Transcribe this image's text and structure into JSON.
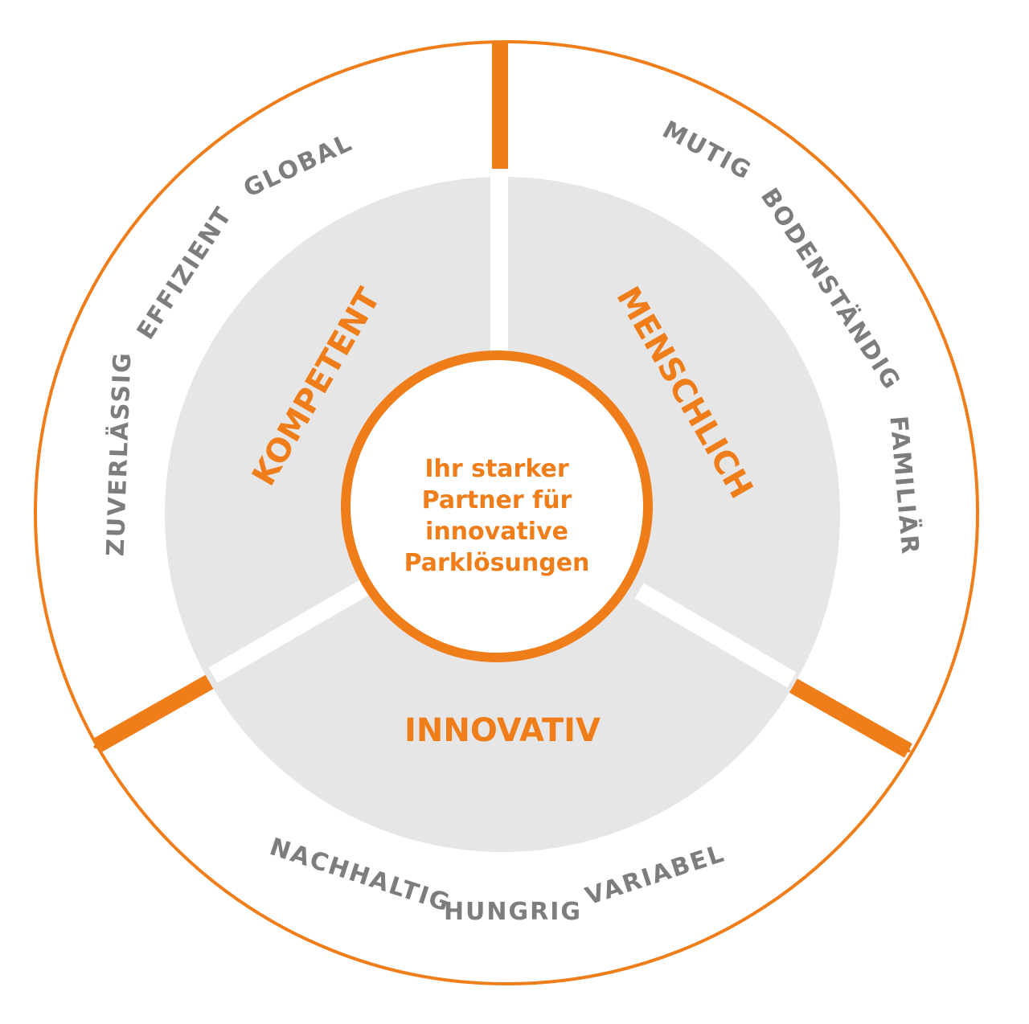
{
  "colors": {
    "accent": "#EF7D1A",
    "segment_fill": "#E6E6E6",
    "word_text": "#7D7D7D",
    "background": "#FFFFFF"
  },
  "center": {
    "lines": [
      "Ihr starker",
      "Partner für",
      "innovative",
      "Parklösungen"
    ]
  },
  "segments": [
    {
      "id": "kompetent",
      "title": "KOMPETENT",
      "words": [
        "ZUVERLÄSSIG",
        "EFFIZIENT",
        "GLOBAL"
      ]
    },
    {
      "id": "menschlich",
      "title": "MENSCHLICH",
      "words": [
        "MUTIG",
        "BODENSTÄNDIG",
        "FAMILIÄR"
      ]
    },
    {
      "id": "innovativ",
      "title": "INNOVATIV",
      "words": [
        "NACHHALTIG",
        "HUNGRIG",
        "VARIABEL"
      ]
    }
  ]
}
